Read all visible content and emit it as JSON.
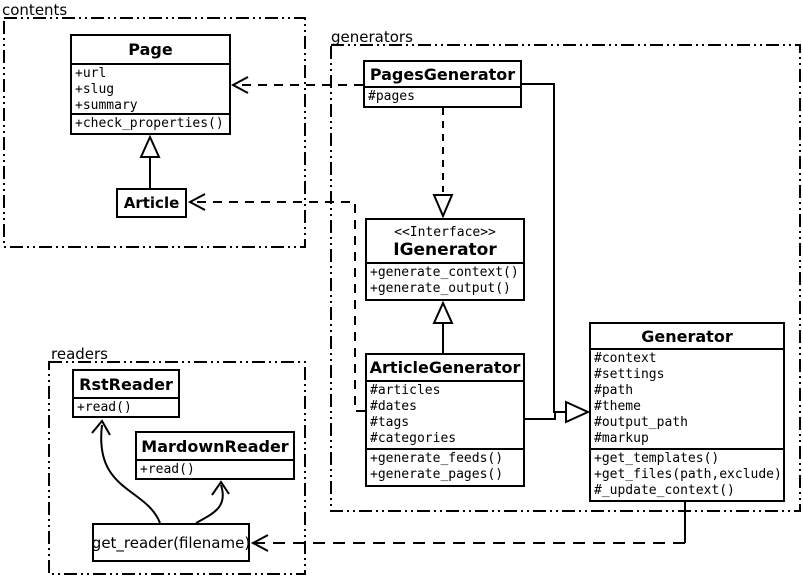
{
  "packages": {
    "contents": {
      "label": "contents"
    },
    "generators": {
      "label": "generators"
    },
    "readers": {
      "label": "readers"
    }
  },
  "page": {
    "title": "Page",
    "attributes": [
      "+url",
      "+slug",
      "+summary"
    ],
    "methods": [
      "+check_properties()"
    ]
  },
  "article": {
    "title": "Article"
  },
  "pages_generator": {
    "title": "PagesGenerator",
    "attributes": [
      "#pages"
    ]
  },
  "igenerator": {
    "stereotype": "<<Interface>>",
    "title": "IGenerator",
    "methods": [
      "+generate_context()",
      "+generate_output()"
    ]
  },
  "article_generator": {
    "title": "ArticleGenerator",
    "attributes": [
      "#articles",
      "#dates",
      "#tags",
      "#categories"
    ],
    "methods": [
      "+generate_feeds()",
      "+generate_pages()"
    ]
  },
  "generator": {
    "title": "Generator",
    "attributes": [
      "#context",
      "#settings",
      "#path",
      "#theme",
      "#output_path",
      "#markup"
    ],
    "methods": [
      "+get_templates()",
      "+get_files(path,exclude)",
      "#_update_context()"
    ]
  },
  "rst_reader": {
    "title": "RstReader",
    "methods": [
      "+read()"
    ]
  },
  "mardown_reader": {
    "title": "MardownReader",
    "methods": [
      "+read()"
    ]
  },
  "get_reader": {
    "title": "get_reader(filename)"
  },
  "colors": {
    "stroke": "#000000",
    "background": "#ffffff"
  }
}
